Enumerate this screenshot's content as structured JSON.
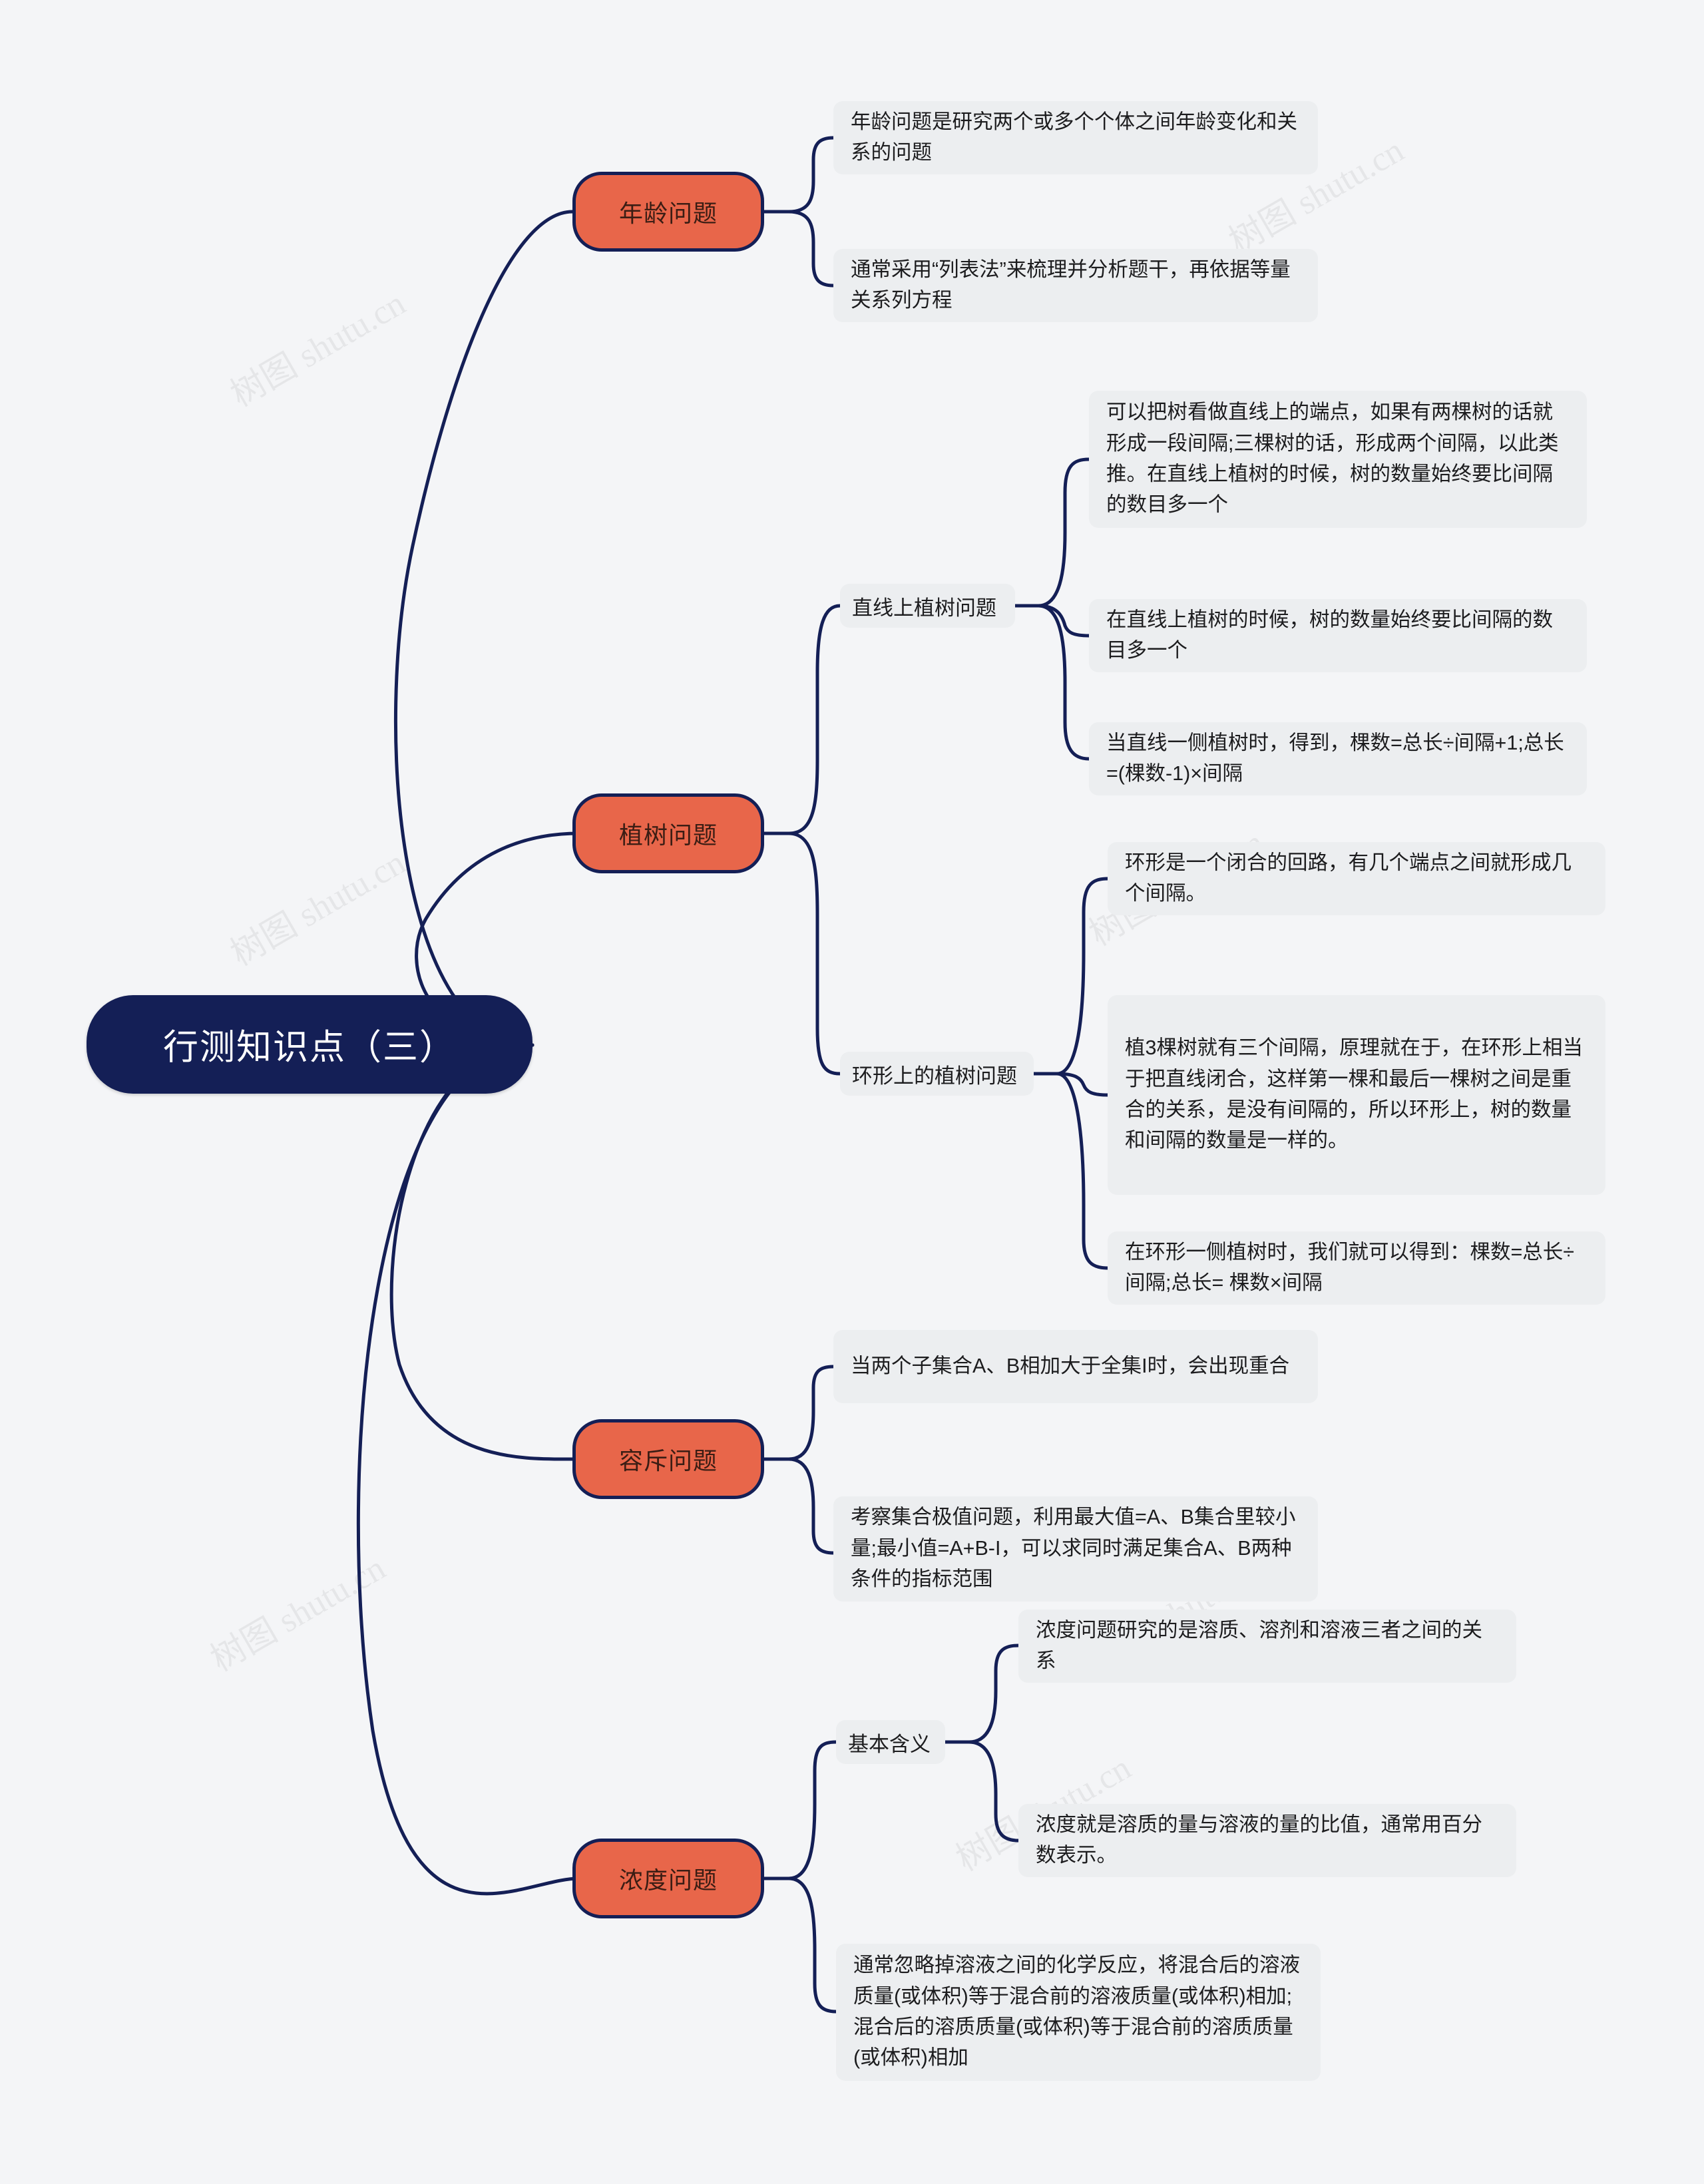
{
  "meta": {
    "watermark_text": "树图 shutu.cn",
    "colors": {
      "background": "#f4f5f7",
      "root_fill": "#141f56",
      "root_text": "#ffffff",
      "branch_fill": "#e8664a",
      "branch_border": "#141f56",
      "branch_text": "#3b1d14",
      "leaf_fill": "#eceef0",
      "leaf_text": "#1c1c1e",
      "edge": "#141f56"
    }
  },
  "root": {
    "label": "行测知识点（三）"
  },
  "branches": [
    {
      "id": "age",
      "label": "年龄问题",
      "leaves": [
        "年龄问题是研究两个或多个个体之间年龄变化和关系的问题",
        "通常采用“列表法”来梳理并分析题干，再依据等量关系列方程"
      ]
    },
    {
      "id": "planting",
      "label": "植树问题",
      "subs": [
        {
          "id": "line-planting",
          "label": "直线上植树问题",
          "leaves": [
            "可以把树看做直线上的端点，如果有两棵树的话就形成一段间隔;三棵树的话，形成两个间隔，以此类推。在直线上植树的时候，树的数量始终要比间隔的数目多一个",
            "在直线上植树的时候，树的数量始终要比间隔的数目多一个",
            "当直线一侧植树时，得到，棵数=总长÷间隔+1;总长=(棵数-1)×间隔"
          ]
        },
        {
          "id": "ring-planting",
          "label": "环形上的植树问题",
          "leaves": [
            "环形是一个闭合的回路，有几个端点之间就形成几个间隔。",
            "植3棵树就有三个间隔，原理就在于，在环形上相当于把直线闭合，这样第一棵和最后一棵树之间是重合的关系，是没有间隔的，所以环形上，树的数量和间隔的数量是一样的。",
            "在环形一侧植树时，我们就可以得到：棵数=总长÷间隔;总长= 棵数×间隔"
          ]
        }
      ]
    },
    {
      "id": "inclusion-exclusion",
      "label": "容斥问题",
      "leaves": [
        "当两个子集合A、B相加大于全集I时，会出现重合",
        "考察集合极值问题，利用最大值=A、B集合里较小量;最小值=A+B-I，可以求同时满足集合A、B两种条件的指标范围"
      ]
    },
    {
      "id": "concentration",
      "label": "浓度问题",
      "subs": [
        {
          "id": "basic-meaning",
          "label": "基本含义",
          "leaves": [
            "浓度问题研究的是溶质、溶剂和溶液三者之间的关系",
            "浓度就是溶质的量与溶液的量的比值，通常用百分数表示。"
          ]
        }
      ],
      "leaves": [
        "通常忽略掉溶液之间的化学反应，将混合后的溶液质量(或体积)等于混合前的溶液质量(或体积)相加;混合后的溶质质量(或体积)等于混合前的溶质质量(或体积)相加"
      ]
    }
  ]
}
